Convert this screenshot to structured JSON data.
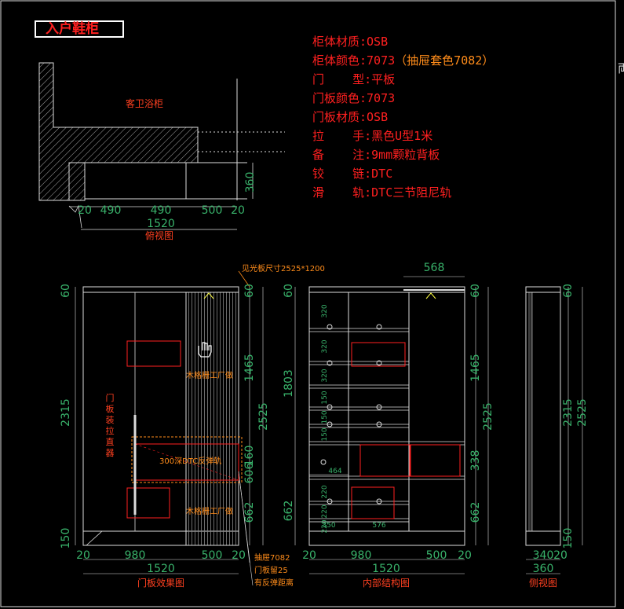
{
  "title": "入户鞋柜",
  "specs": [
    {
      "label": "柜体材质:",
      "value": "OSB",
      "extra": ""
    },
    {
      "label": "柜体颜色:",
      "value": "7073",
      "extra": "（抽屉套色7082）"
    },
    {
      "label": "门    型:",
      "value": "平板",
      "extra": ""
    },
    {
      "label": "门板颜色:",
      "value": "7073",
      "extra": ""
    },
    {
      "label": "门板材质:",
      "value": "OSB",
      "extra": ""
    },
    {
      "label": "拉    手:",
      "value": "黑色U型1米",
      "extra": ""
    },
    {
      "label": "备    注:",
      "value": "9mm颗粒背板",
      "extra": ""
    },
    {
      "label": "铰    链:",
      "value": "DTC",
      "extra": ""
    },
    {
      "label": "滑    轨:",
      "value": "DTC三节阻尼轨",
      "extra": ""
    }
  ],
  "edge_char": "両",
  "plan": {
    "label_cabinet": "客卫浴柜",
    "dim_top": [
      "20",
      "490",
      "490",
      "500",
      "20"
    ],
    "dim_total": "1520",
    "dim_depth": "360",
    "caption": "俯视图"
  },
  "front": {
    "note_top": "见光板尺寸2525*1200",
    "dim_left": [
      "60",
      "2315",
      "150"
    ],
    "dim_right": [
      "60",
      "1465",
      "2525",
      "160",
      "606",
      "662"
    ],
    "handle_note": [
      "门",
      "板",
      "装",
      "拉",
      "直",
      "器"
    ],
    "strip_upper": "木格栅工厂做",
    "strip_lower": "木格栅工厂做",
    "drawer_note": "300深DTC反弹轨",
    "dim_bottom": [
      "20",
      "980",
      "500",
      "20"
    ],
    "dim_total": "1520",
    "note_bottom": [
      "抽屉7082",
      "门板留25",
      "有反弹距离"
    ],
    "caption": "门板效果图"
  },
  "interior": {
    "dim_top": "568",
    "dim_left": [
      "60",
      "1803",
      "662"
    ],
    "dim_shelves": [
      "320",
      "320",
      "320",
      "150",
      "150",
      "150",
      "220",
      "220",
      "220"
    ],
    "dim_right": [
      "60",
      "1465",
      "2525",
      "338",
      "662"
    ],
    "dim_464": "464",
    "dim_350": "350",
    "dim_576": "576",
    "dim_bottom": [
      "20",
      "980",
      "500",
      "20"
    ],
    "dim_total": "1520",
    "caption": "内部结构图"
  },
  "side": {
    "dim_right": [
      "60",
      "2315",
      "2525",
      "150"
    ],
    "dim_bottom": [
      "340",
      "20"
    ],
    "dim_total": "360",
    "caption": "侧视图"
  }
}
